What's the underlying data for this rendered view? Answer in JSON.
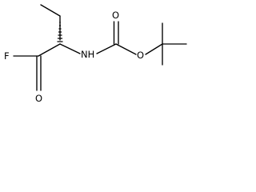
{
  "structure": {
    "atoms": {
      "fluorine": "F",
      "carbonyl_oxygen_acyl": "O",
      "amine": "NH",
      "ester_oxygen": "O",
      "carbamate_oxygen": "O"
    }
  }
}
